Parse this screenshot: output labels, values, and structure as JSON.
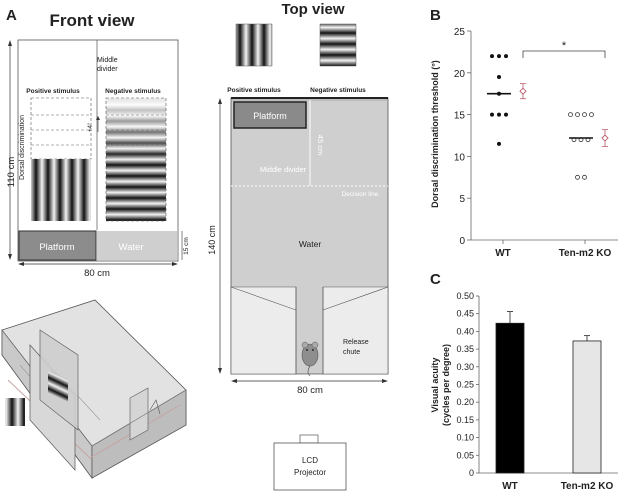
{
  "panels": {
    "a": {
      "letter": "A",
      "front_view": {
        "title": "Front view",
        "middle_divider": [
          "Middle",
          "divider"
        ],
        "positive_stimulus": "Positive stimulus",
        "negative_stimulus": "Negative stimulus",
        "dorsal_discrimination": "Dorsal discrimination",
        "step": "+4°",
        "platform": "Platform",
        "water": "Water",
        "height": "110 cm",
        "width": "80 cm",
        "depth_15": "15 cm"
      },
      "top_view": {
        "title": "Top view",
        "positive_stimulus": "Positive stimulus",
        "negative_stimulus": "Negative stimulus",
        "platform": "Platform",
        "depth_45": "45 cm",
        "middle_divider": "Middle divider",
        "decision_line": "Decision line",
        "water": "Water",
        "release_chute": [
          "Release",
          "chute"
        ],
        "height": "140 cm",
        "width": "80 cm",
        "projector": [
          "LCD",
          "Projector"
        ]
      }
    },
    "b": {
      "letter": "B"
    },
    "c": {
      "letter": "C"
    }
  },
  "chart_data": [
    {
      "type": "scatter",
      "panel": "B",
      "ylabel": "Dorsal discrimination threshold (°)",
      "xlabel": "",
      "categories": [
        "WT",
        "Ten-m2 KO"
      ],
      "ylim": [
        0,
        25
      ],
      "yticks": [
        0,
        5,
        10,
        15,
        20,
        25
      ],
      "significance": "*",
      "series": [
        {
          "category": "WT",
          "marker": "filled",
          "points": [
            22,
            22,
            22,
            19.5,
            17.5,
            15,
            15,
            15,
            11.5
          ],
          "mean": 17.8,
          "sem": 0.9,
          "median": 17.5
        },
        {
          "category": "Ten-m2 KO",
          "marker": "open",
          "points": [
            15,
            15,
            15,
            15,
            12,
            12,
            12,
            7.5,
            7.5
          ],
          "mean": 12.2,
          "sem": 1.0,
          "median": 12.2
        }
      ]
    },
    {
      "type": "bar",
      "panel": "C",
      "ylabel": [
        "Visual acuity",
        "(cycles per degree)"
      ],
      "xlabel": "",
      "categories": [
        "WT",
        "Ten-m2 KO"
      ],
      "values": [
        0.423,
        0.373
      ],
      "errors": [
        0.033,
        0.015
      ],
      "ylim": [
        0,
        0.5
      ],
      "yticks": [
        "0",
        "0.05",
        "0.10",
        "0.15",
        "0.20",
        "0.25",
        "0.30",
        "0.35",
        "0.40",
        "0.45",
        "0.50"
      ],
      "colors": [
        "#000000",
        "#e6e6e6"
      ]
    }
  ]
}
